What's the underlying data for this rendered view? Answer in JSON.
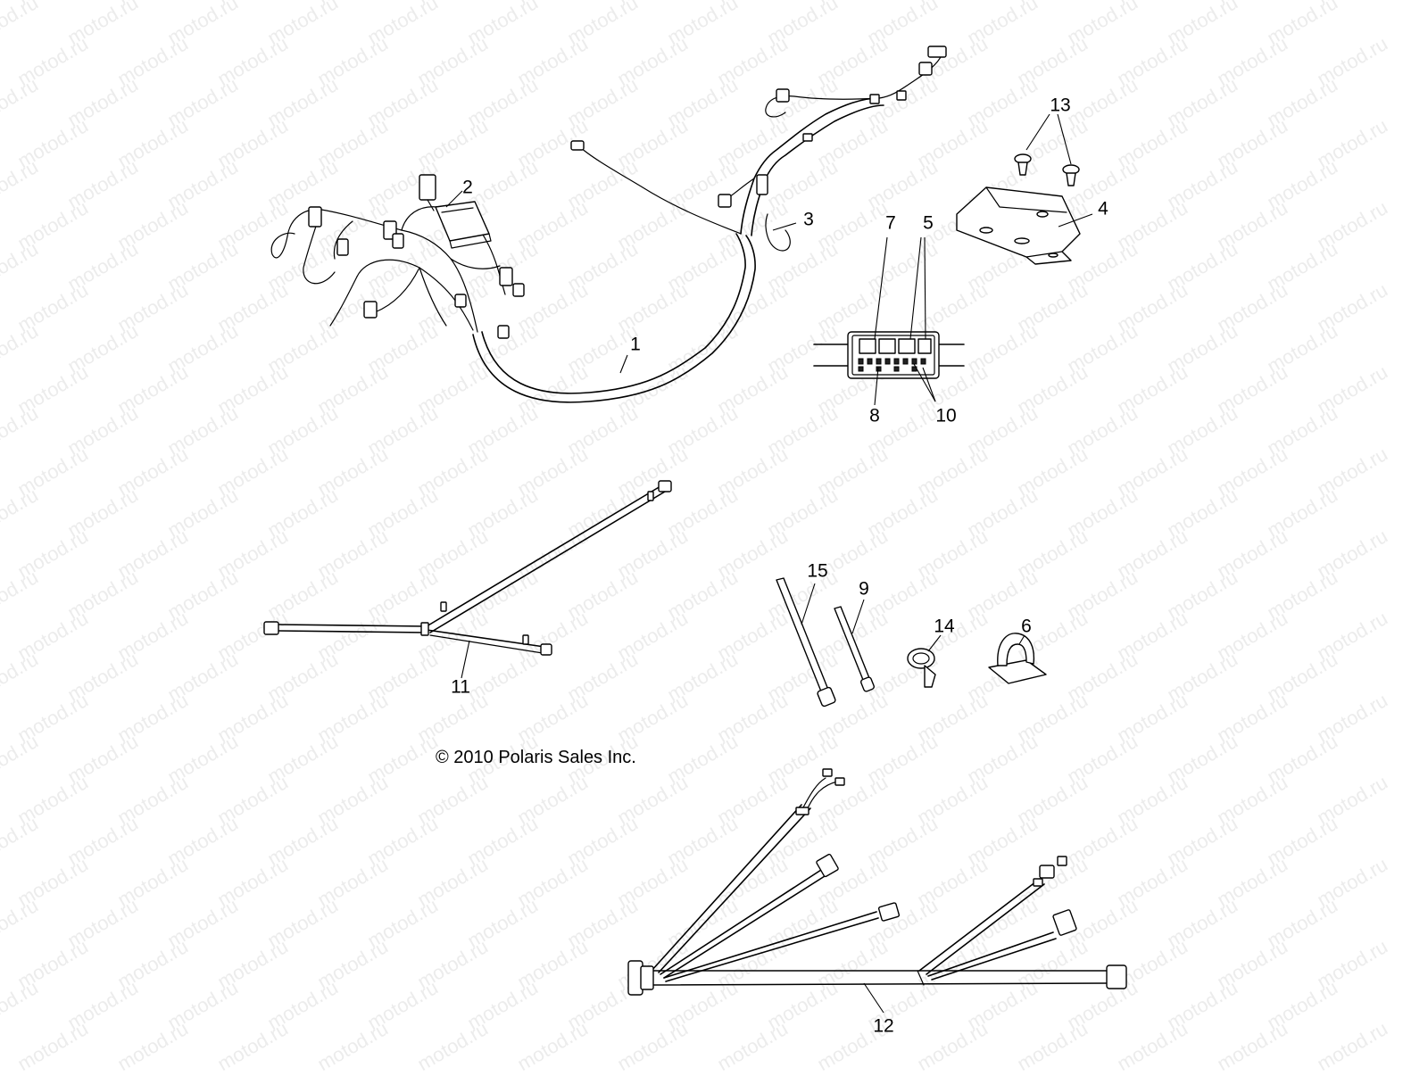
{
  "watermark": "motod.ru",
  "copyright": "© 2010 Polaris Sales Inc.",
  "callouts": [
    {
      "id": "1",
      "text": "1"
    },
    {
      "id": "2",
      "text": "2"
    },
    {
      "id": "3",
      "text": "3"
    },
    {
      "id": "4",
      "text": "4"
    },
    {
      "id": "5",
      "text": "5"
    },
    {
      "id": "6",
      "text": "6"
    },
    {
      "id": "7",
      "text": "7"
    },
    {
      "id": "8",
      "text": "8"
    },
    {
      "id": "9",
      "text": "9"
    },
    {
      "id": "10",
      "text": "10"
    },
    {
      "id": "11",
      "text": "11"
    },
    {
      "id": "12",
      "text": "12"
    },
    {
      "id": "13",
      "text": "13"
    },
    {
      "id": "14",
      "text": "14"
    },
    {
      "id": "15",
      "text": "15"
    }
  ],
  "parts": [
    {
      "id": "1",
      "name": "main-wire-harness"
    },
    {
      "id": "2",
      "name": "ecm-module"
    },
    {
      "id": "3",
      "name": "harness-branch"
    },
    {
      "id": "4",
      "name": "mounting-bracket"
    },
    {
      "id": "5",
      "name": "relay"
    },
    {
      "id": "6",
      "name": "harness-clip"
    },
    {
      "id": "7",
      "name": "relay-box"
    },
    {
      "id": "8",
      "name": "fuse"
    },
    {
      "id": "9",
      "name": "cable-tie-small"
    },
    {
      "id": "10",
      "name": "fuse-small"
    },
    {
      "id": "11",
      "name": "y-harness"
    },
    {
      "id": "12",
      "name": "accessory-harness"
    },
    {
      "id": "13",
      "name": "push-rivets"
    },
    {
      "id": "14",
      "name": "loop-clamp"
    },
    {
      "id": "15",
      "name": "cable-tie-large"
    }
  ]
}
